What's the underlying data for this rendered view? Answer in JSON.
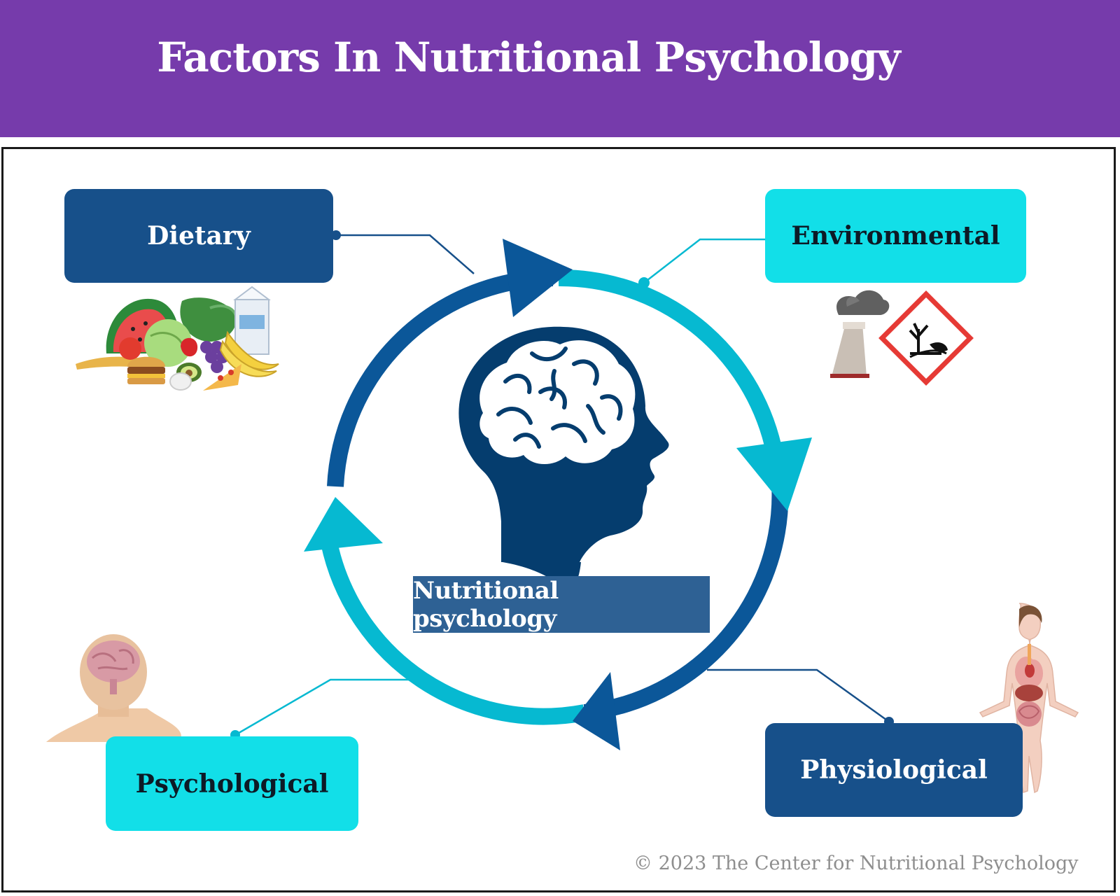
{
  "header": {
    "title": "Factors In Nutritional Psychology"
  },
  "factors": {
    "dietary": "Dietary",
    "environmental": "Environmental",
    "psychological": "Psychological",
    "physiological": "Physiological"
  },
  "center": {
    "label": "Nutritional psychology"
  },
  "footer": {
    "copyright": "© 2023 The Center for Nutritional Psychology"
  },
  "colors": {
    "banner": "#763bab",
    "dark_blue": "#17508a",
    "cyan": "#12dfe8",
    "cycle_dark": "#0b5799",
    "cycle_light": "#06b9d1",
    "head": "#053d6e"
  },
  "icons": {
    "center": "head-brain-icon",
    "dietary": "food-assortment-icon",
    "environmental": "factory-pollution-hazard-icon",
    "psychological": "head-brain-anatomy-icon",
    "physiological": "human-body-anatomy-icon"
  }
}
